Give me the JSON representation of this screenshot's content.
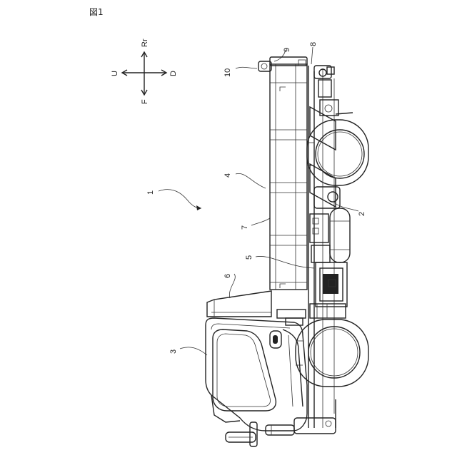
{
  "figure": {
    "title": "図1"
  },
  "directions": {
    "rr": "Rr",
    "u": "U",
    "d": "D",
    "f": "F"
  },
  "callouts": {
    "c1": "1",
    "c2": "2",
    "c3": "3",
    "c4": "4",
    "c5": "5",
    "c6": "6",
    "c7": "7",
    "c8": "8",
    "c9": "9",
    "c10": "10"
  }
}
